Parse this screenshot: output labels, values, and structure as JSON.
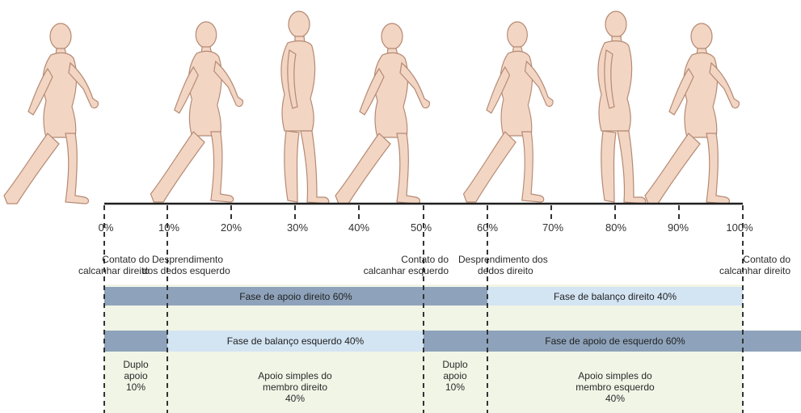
{
  "ticks": [
    "0%",
    "10%",
    "20%",
    "30%",
    "40%",
    "50%",
    "60%",
    "70%",
    "80%",
    "90%",
    "100%"
  ],
  "events": {
    "right_heel_contact_start": [
      "Contato do",
      "calcanhar direito"
    ],
    "left_toe_off": [
      "Desprendimento",
      "dos dedos esquerdo"
    ],
    "left_heel_contact": [
      "Contato do",
      "calcanhar esquerdo"
    ],
    "right_toe_off": [
      "Desprendimento dos",
      "dedos direito"
    ],
    "right_heel_contact_end": [
      "Contato do",
      "calcanhar direito"
    ]
  },
  "bars": {
    "right_stance": "Fase de apoio direito 60%",
    "right_swing": "Fase de balanço direito 40%",
    "left_swing": "Fase de balanço esquerdo 40%",
    "left_stance": "Fase de apoio de esquerdo 60%"
  },
  "support": {
    "double_1": [
      "Duplo",
      "apoio",
      "10%"
    ],
    "single_right": [
      "Apoio simples do",
      "membro direito",
      "40%"
    ],
    "double_2": [
      "Duplo",
      "apoio",
      "10%"
    ],
    "single_left": [
      "Apoio simples do",
      "membro esquerdo",
      "40%"
    ]
  },
  "colors": {
    "stance_bar": "#8ea3bb",
    "swing_bar": "#d3e4f3",
    "phase_bg": "#f1f5e6",
    "figure_fill": "#f3d5c3",
    "figure_stroke": "#b48a74",
    "ground": "#1f1f1f"
  }
}
